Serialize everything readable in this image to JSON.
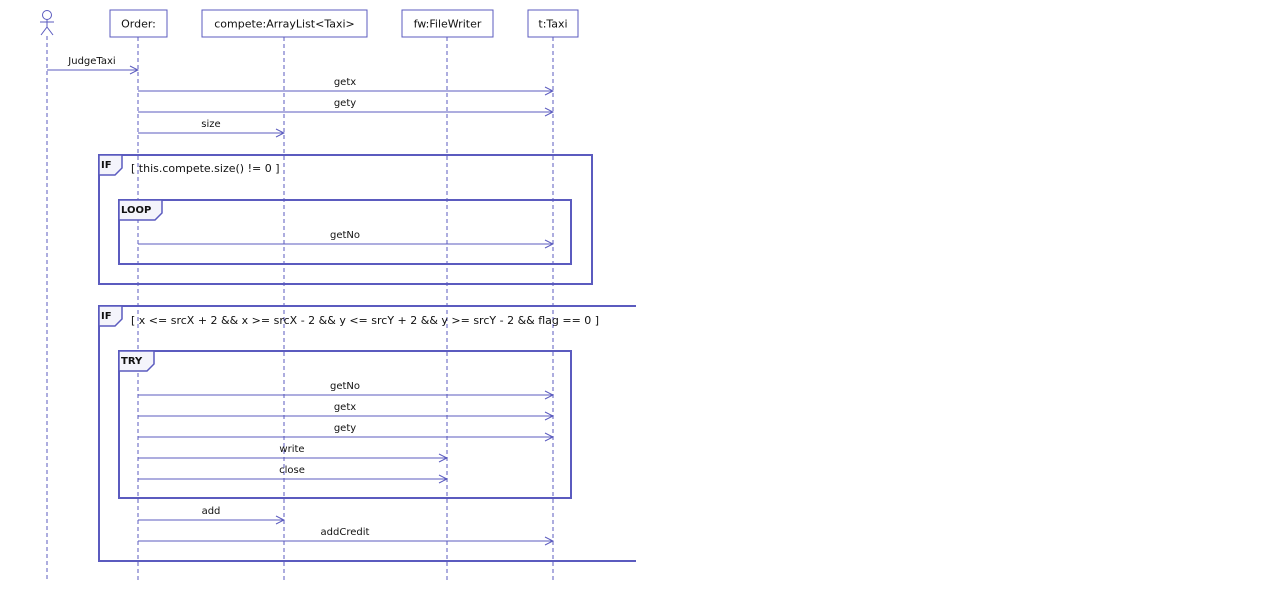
{
  "colors": {
    "line": "#5b5bbf",
    "frame": "#5b5bbf",
    "tab_fill": "#f4f4fb",
    "text": "#111111"
  },
  "actor": {
    "icon": "actor-stick-figure-icon"
  },
  "lifelines": [
    {
      "id": "order",
      "label": "Order:"
    },
    {
      "id": "compete",
      "label": "compete:ArrayList<Taxi>"
    },
    {
      "id": "fw",
      "label": "fw:FileWriter"
    },
    {
      "id": "taxi",
      "label": "t:Taxi"
    }
  ],
  "messages": [
    {
      "label": "JudgeTaxi",
      "from": "actor",
      "to": "order"
    },
    {
      "label": "getx",
      "from": "order",
      "to": "taxi"
    },
    {
      "label": "gety",
      "from": "order",
      "to": "taxi"
    },
    {
      "label": "size",
      "from": "order",
      "to": "compete"
    },
    {
      "label": "getNo",
      "from": "order",
      "to": "taxi"
    },
    {
      "label": "getNo",
      "from": "order",
      "to": "taxi"
    },
    {
      "label": "getx",
      "from": "order",
      "to": "taxi"
    },
    {
      "label": "gety",
      "from": "order",
      "to": "taxi"
    },
    {
      "label": "write",
      "from": "order",
      "to": "fw"
    },
    {
      "label": "close",
      "from": "order",
      "to": "fw"
    },
    {
      "label": "add",
      "from": "order",
      "to": "compete"
    },
    {
      "label": "addCredit",
      "from": "order",
      "to": "taxi"
    }
  ],
  "fragments": [
    {
      "kind": "IF",
      "guard": "[ this.compete.size() != 0 ]"
    },
    {
      "kind": "LOOP",
      "guard": ""
    },
    {
      "kind": "IF",
      "guard": "[ x <= srcX + 2 && x >= srcX - 2 && y <= srcY + 2 && y >= srcY - 2 && flag == 0 ]"
    },
    {
      "kind": "TRY",
      "guard": ""
    }
  ]
}
